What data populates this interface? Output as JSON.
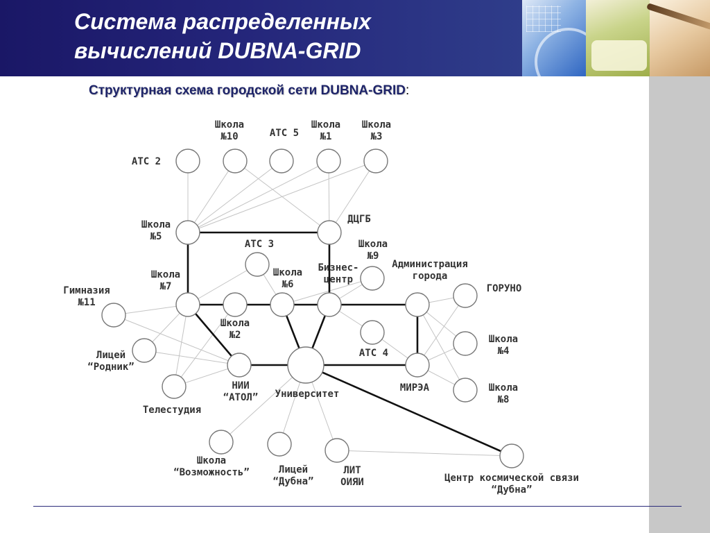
{
  "header": {
    "title_line1": "Система распределенных",
    "title_line2": "вычислений DUBNA-GRID"
  },
  "subtitle": {
    "text": "Структурная схема городской сети DUBNA-GRID",
    "colon": ":"
  },
  "diagram": {
    "nodes": [
      {
        "id": "ats2",
        "lines": [
          "АТС 2"
        ]
      },
      {
        "id": "school10",
        "lines": [
          "Школа",
          "№10"
        ]
      },
      {
        "id": "ats5",
        "lines": [
          "АТС 5"
        ]
      },
      {
        "id": "school1",
        "lines": [
          "Школа",
          "№1"
        ]
      },
      {
        "id": "school3",
        "lines": [
          "Школа",
          "№3"
        ]
      },
      {
        "id": "school5",
        "lines": [
          "Школа",
          "№5"
        ]
      },
      {
        "id": "dcgb",
        "lines": [
          "ДЦГБ"
        ]
      },
      {
        "id": "ats3",
        "lines": [
          "АТС 3"
        ]
      },
      {
        "id": "school9",
        "lines": [
          "Школа",
          "№9"
        ]
      },
      {
        "id": "school7",
        "lines": [
          "Школа",
          "№7"
        ]
      },
      {
        "id": "school6",
        "lines": [
          "Школа",
          "№6"
        ]
      },
      {
        "id": "bizcenter",
        "lines": [
          "Бизнес-",
          "центр"
        ]
      },
      {
        "id": "admin",
        "lines": [
          "Администрация",
          "города"
        ]
      },
      {
        "id": "goruno",
        "lines": [
          "ГОРУНО"
        ]
      },
      {
        "id": "gymnasium11",
        "lines": [
          "Гимназия",
          "№11"
        ]
      },
      {
        "id": "school2",
        "lines": [
          "Школа",
          "№2"
        ]
      },
      {
        "id": "ats4",
        "lines": [
          "АТС 4"
        ]
      },
      {
        "id": "school4",
        "lines": [
          "Школа",
          "№4"
        ]
      },
      {
        "id": "lyceum_rodnik",
        "lines": [
          "Лицей",
          "“Родник”"
        ]
      },
      {
        "id": "nii_atol",
        "lines": [
          "НИИ",
          "“АТОЛ”"
        ]
      },
      {
        "id": "university",
        "lines": [
          "Университет"
        ]
      },
      {
        "id": "mirea",
        "lines": [
          "МИРЭА"
        ]
      },
      {
        "id": "school8",
        "lines": [
          "Школа",
          "№8"
        ]
      },
      {
        "id": "telestudio",
        "lines": [
          "Телестудия"
        ]
      },
      {
        "id": "school_vozm",
        "lines": [
          "Школа",
          "“Возможность”"
        ]
      },
      {
        "id": "lyceum_dubna",
        "lines": [
          "Лицей",
          "“Дубна”"
        ]
      },
      {
        "id": "lit_oiyai",
        "lines": [
          "ЛИТ",
          "ОИЯИ"
        ]
      },
      {
        "id": "space_center",
        "lines": [
          "Центр космической связи",
          "“Дубна”"
        ]
      }
    ],
    "backbone_links": [
      [
        "school5",
        "dcgb"
      ],
      [
        "school5",
        "school7"
      ],
      [
        "dcgb",
        "bizcenter"
      ],
      [
        "school7",
        "school2"
      ],
      [
        "school2",
        "school6"
      ],
      [
        "school6",
        "bizcenter"
      ],
      [
        "bizcenter",
        "admin"
      ],
      [
        "admin",
        "mirea"
      ],
      [
        "school7",
        "nii_atol"
      ],
      [
        "nii_atol",
        "university"
      ],
      [
        "school6",
        "university"
      ],
      [
        "bizcenter",
        "university"
      ],
      [
        "university",
        "mirea"
      ],
      [
        "university",
        "space_center"
      ]
    ],
    "access_links": [
      [
        "ats2",
        "school5"
      ],
      [
        "school10",
        "school5"
      ],
      [
        "ats5",
        "school5"
      ],
      [
        "school1",
        "school5"
      ],
      [
        "school3",
        "school5"
      ],
      [
        "school10",
        "dcgb"
      ],
      [
        "school1",
        "dcgb"
      ],
      [
        "school3",
        "dcgb"
      ],
      [
        "ats3",
        "school7"
      ],
      [
        "ats3",
        "school6"
      ],
      [
        "school9",
        "bizcenter"
      ],
      [
        "school9",
        "school6"
      ],
      [
        "gymnasium11",
        "school7"
      ],
      [
        "gymnasium11",
        "nii_atol"
      ],
      [
        "lyceum_rodnik",
        "nii_atol"
      ],
      [
        "lyceum_rodnik",
        "school7"
      ],
      [
        "telestudio",
        "nii_atol"
      ],
      [
        "telestudio",
        "school7"
      ],
      [
        "ats4",
        "bizcenter"
      ],
      [
        "ats4",
        "mirea"
      ],
      [
        "goruno",
        "admin"
      ],
      [
        "school4",
        "admin"
      ],
      [
        "school8",
        "admin"
      ],
      [
        "goruno",
        "mirea"
      ],
      [
        "school4",
        "mirea"
      ],
      [
        "school8",
        "mirea"
      ],
      [
        "school_vozm",
        "university"
      ],
      [
        "lyceum_dubna",
        "university"
      ],
      [
        "lit_oiyai",
        "university"
      ],
      [
        "lit_oiyai",
        "space_center"
      ],
      [
        "telestudio",
        "school2"
      ]
    ]
  },
  "colors": {
    "header_bg": "#1f1d6f",
    "subtitle_text": "#1e2469",
    "sidebar": "#c8c8c8",
    "backbone": "#111111",
    "access_link": "#c4c4c4",
    "node_stroke": "#777777"
  }
}
